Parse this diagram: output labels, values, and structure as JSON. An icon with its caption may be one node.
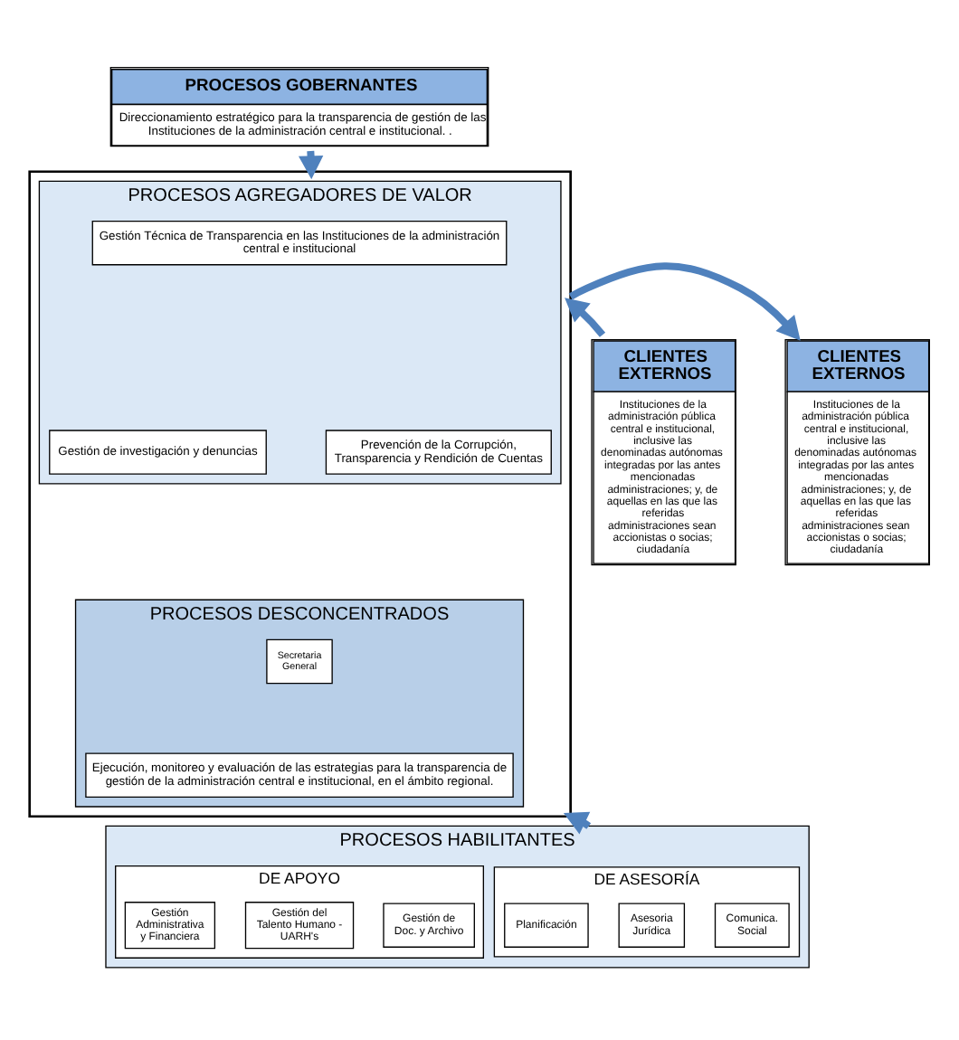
{
  "diagram": {
    "nodes": [
      {
        "text": [
          "PROCESOS GOBERNANTES",
          "Direccionamiento estratégico para la transparencia de gestión de las Instituciones de la administración central e institucional. ."
        ]
      },
      {
        "text": [],
        "shape": "box"
      },
      {
        "text": [
          "PROCESOS AGREGADORES DE VALOR"
        ],
        "in": 1
      },
      {
        "text": [
          "Gestión Técnica de Transparencia en las Instituciones de la administración central e institucional"
        ],
        "in": 2
      },
      {
        "text": [
          "Gestión de investigación y denuncias"
        ],
        "in": 2
      },
      {
        "text": [
          "Prevención de la Corrupción, Transparencia y Rendición de Cuentas"
        ],
        "in": 2
      },
      {
        "text": [
          "PROCESOS DESCONCENTRADOS"
        ],
        "in": 1
      },
      {
        "text": [
          "Secretaria General"
        ],
        "in": 6
      },
      {
        "text": [
          "Ejecución, monitoreo y evaluación de las estrategias para la transparencia de gestión de la administración central e institucional, en el ámbito regional."
        ],
        "in": 6
      },
      {
        "text": [
          "CLIENTES EXTERNOS",
          "Instituciones de la administración pública central e institucional, inclusive las denominadas autónomas integradas por las antes mencionadas administraciones; y, de aquellas en las que las referidas administraciones sean accionistas o socias; ciudadanía"
        ]
      },
      {
        "text": [
          "CLIENTES EXTERNOS",
          "Instituciones de la administración pública central e institucional, inclusive las denominadas autónomas integradas por las antes mencionadas administraciones; y, de aquellas en las que las referidas administraciones sean accionistas o socias; ciudadanía"
        ]
      },
      {
        "text": [
          "PROCESOS HABILITANTES"
        ]
      },
      {
        "text": [
          "DE ASESORÍA"
        ],
        "in": 11
      },
      {
        "text": [
          "Planificación"
        ],
        "in": 12
      },
      {
        "text": [
          "Asesoria Jurídica"
        ],
        "in": 12
      },
      {
        "text": [
          "Comunica. Social"
        ],
        "in": 12
      },
      {
        "text": [
          "DE APOYO"
        ],
        "in": 11
      },
      {
        "text": [
          "Gestión Administrativa y Financiera"
        ],
        "in": 16
      },
      {
        "text": [
          "Gestión del Talento Humano - UARH's"
        ],
        "in": 16
      },
      {
        "text": [
          "Gestión de Doc. y Archivo"
        ],
        "in": 16
      }
    ],
    "edges": [
      {
        "from": 0,
        "to": 1,
        "arrow": "to"
      },
      {
        "from": 9,
        "to": 1,
        "arrow": "to"
      },
      {
        "from": 1,
        "to": 10,
        "arrow": "to"
      },
      {
        "from": 11,
        "to": 1,
        "arrow": "to"
      }
    ]
  }
}
